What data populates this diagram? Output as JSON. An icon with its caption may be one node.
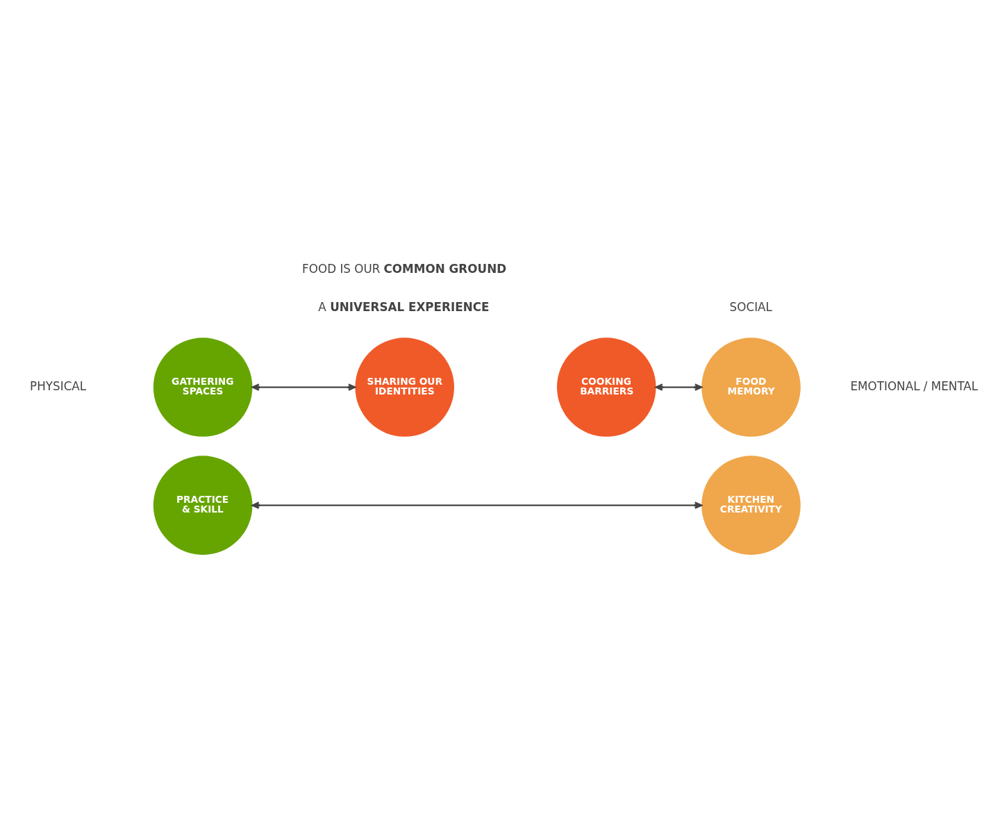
{
  "diagram": {
    "nodes": [
      {
        "text": [
          "SHARING OUR IDENTITIES"
        ]
      },
      {
        "text": [
          "GATHERING SPACES"
        ]
      },
      {
        "text": [
          "COOKING BARRIERS"
        ]
      },
      {
        "text": [
          "PRACTICE & SKILL"
        ]
      },
      {
        "text": [
          "FOOD MEMORY"
        ]
      },
      {
        "text": [
          "KITCHEN CREATIVITY"
        ]
      }
    ],
    "edges": [
      {
        "from": 1,
        "to": 0,
        "arrow": "both"
      },
      {
        "from": 2,
        "to": 4,
        "arrow": "both"
      },
      {
        "from": 3,
        "to": 5,
        "arrow": "both"
      }
    ],
    "labels": [
      "SOCIAL",
      "PHYSICAL",
      "FOOD IS OUR **COMMON GROUND**",
      "A **UNIVERSAL EXPERIENCE**",
      "EMOTIONAL / MENTAL"
    ]
  }
}
